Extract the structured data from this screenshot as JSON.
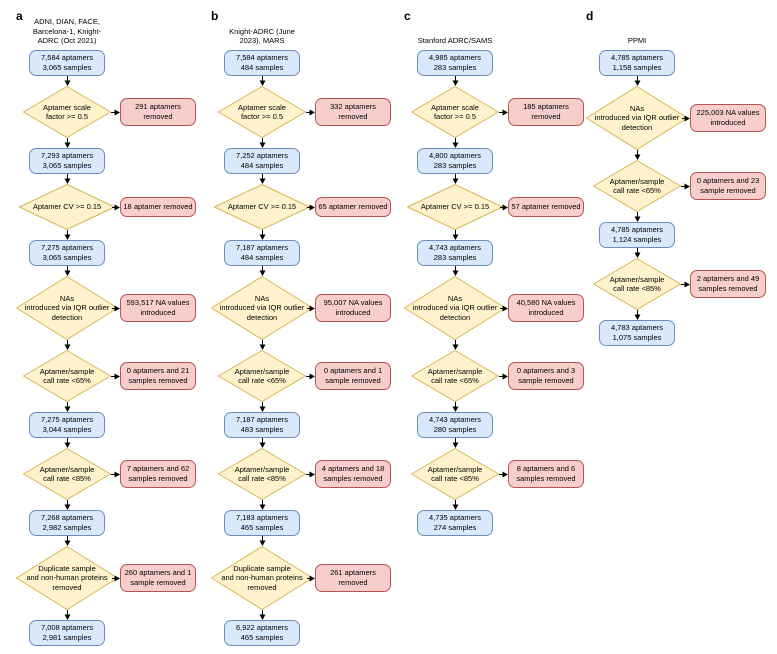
{
  "colors": {
    "box_fill": "#dae8fc",
    "box_stroke": "#6c8ebf",
    "decision_fill": "#fff2cc",
    "decision_stroke": "#d6b656",
    "removed_fill": "#f8cecc",
    "removed_stroke": "#b85450",
    "arrow": "#000000"
  },
  "panels": [
    {
      "label": "a",
      "title": "ADNI, DIAN, FACE,\nBarcelona-1, Knight-\nADRC (Oct 2021)",
      "steps": [
        {
          "type": "box",
          "text": "7,584 aptamers\n3,065 samples"
        },
        {
          "type": "diamond",
          "text": "Aptamer scale\nfactor >= 0.5",
          "side": "291 aptamers\nremoved"
        },
        {
          "type": "box",
          "text": "7,293 aptamers\n3,065 samples"
        },
        {
          "type": "diamond",
          "text": "Aptamer CV >= 0.15",
          "side": "18 aptamer removed"
        },
        {
          "type": "box",
          "text": "7,275 aptamers\n3,065 samples"
        },
        {
          "type": "diamond",
          "text": "NAs\nintroduced via IQR outlier\ndetection",
          "side": "593,517 NA values\nintroduced"
        },
        {
          "type": "diamond",
          "text": "Aptamer/sample\ncall rate <65%",
          "side": "0 aptamers and 21\nsamples removed"
        },
        {
          "type": "box",
          "text": "7,275 aptamers\n3,044 samples"
        },
        {
          "type": "diamond",
          "text": "Aptamer/sample\ncall rate <85%",
          "side": "7 aptamers and 62\nsamples removed"
        },
        {
          "type": "box",
          "text": "7,268 aptamers\n2,982 samples"
        },
        {
          "type": "diamond",
          "text": "Duplicate sample\nand non-human proteins\nremoved",
          "side": "260 aptamers and 1\nsample removed"
        },
        {
          "type": "box",
          "text": "7,008 aptamers\n2,981 samples"
        }
      ]
    },
    {
      "label": "b",
      "title": "Knight-ADRC (June\n2023), MARS",
      "steps": [
        {
          "type": "box",
          "text": "7,584 aptamers\n484 samples"
        },
        {
          "type": "diamond",
          "text": "Aptamer scale\nfactor >= 0.5",
          "side": "332 aptamers\nremoved"
        },
        {
          "type": "box",
          "text": "7,252 aptamers\n484 samples"
        },
        {
          "type": "diamond",
          "text": "Aptamer CV >= 0.15",
          "side": "65 aptamer removed"
        },
        {
          "type": "box",
          "text": "7,187 aptamers\n484 samples"
        },
        {
          "type": "diamond",
          "text": "NAs\nintroduced via IQR outlier\ndetection",
          "side": "95,007 NA values\nintroduced"
        },
        {
          "type": "diamond",
          "text": "Aptamer/sample\ncall rate <65%",
          "side": "0 aptamers and 1\nsample removed"
        },
        {
          "type": "box",
          "text": "7,187 aptamers\n483 samples"
        },
        {
          "type": "diamond",
          "text": "Aptamer/sample\ncall rate <85%",
          "side": "4 aptamers and 18\nsamples removed"
        },
        {
          "type": "box",
          "text": "7,183 aptamers\n465 samples"
        },
        {
          "type": "diamond",
          "text": "Duplicate sample\nand non-human proteins\nremoved",
          "side": "261 aptamers\nremoved"
        },
        {
          "type": "box",
          "text": "6,922 aptamers\n465 samples"
        }
      ]
    },
    {
      "label": "c",
      "title": "Stanford ADRC/SAMS",
      "steps": [
        {
          "type": "box",
          "text": "4,985 aptamers\n283 samples"
        },
        {
          "type": "diamond",
          "text": "Aptamer scale\nfactor >= 0.5",
          "side": "185 aptamers\nremoved"
        },
        {
          "type": "box",
          "text": "4,800 aptamers\n283 samples"
        },
        {
          "type": "diamond",
          "text": "Aptamer CV >= 0.15",
          "side": "57 aptamer removed"
        },
        {
          "type": "box",
          "text": "4,743 aptamers\n283 samples"
        },
        {
          "type": "diamond",
          "text": "NAs\nintroduced via IQR outlier\ndetection",
          "side": "40,580 NA values\nintroduced"
        },
        {
          "type": "diamond",
          "text": "Aptamer/sample\ncall rate <65%",
          "side": "0 aptamers and 3\nsample removed"
        },
        {
          "type": "box",
          "text": "4,743 aptamers\n280 samples"
        },
        {
          "type": "diamond",
          "text": "Aptamer/sample\ncall rate <85%",
          "side": "8 aptamers and 6\nsamples removed"
        },
        {
          "type": "box",
          "text": "4,735 aptamers\n274 samples"
        }
      ]
    },
    {
      "label": "d",
      "title": "PPMI",
      "steps": [
        {
          "type": "box",
          "text": "4,785 aptamers\n1,158 samples"
        },
        {
          "type": "diamond",
          "text": "NAs\nintroduced via IQR outlier\ndetection",
          "side": "225,003 NA values\nintroduced"
        },
        {
          "type": "diamond",
          "text": "Aptamer/sample\ncall rate <65%",
          "side": "0 aptamers and 23\nsample removed"
        },
        {
          "type": "box",
          "text": "4,785 aptamers\n1,124 samples"
        },
        {
          "type": "diamond",
          "text": "Aptamer/sample\ncall rate <85%",
          "side": "2 aptamers and 49\nsamples removed"
        },
        {
          "type": "box",
          "text": "4,783 aptamers\n1,075 samples"
        }
      ]
    }
  ]
}
